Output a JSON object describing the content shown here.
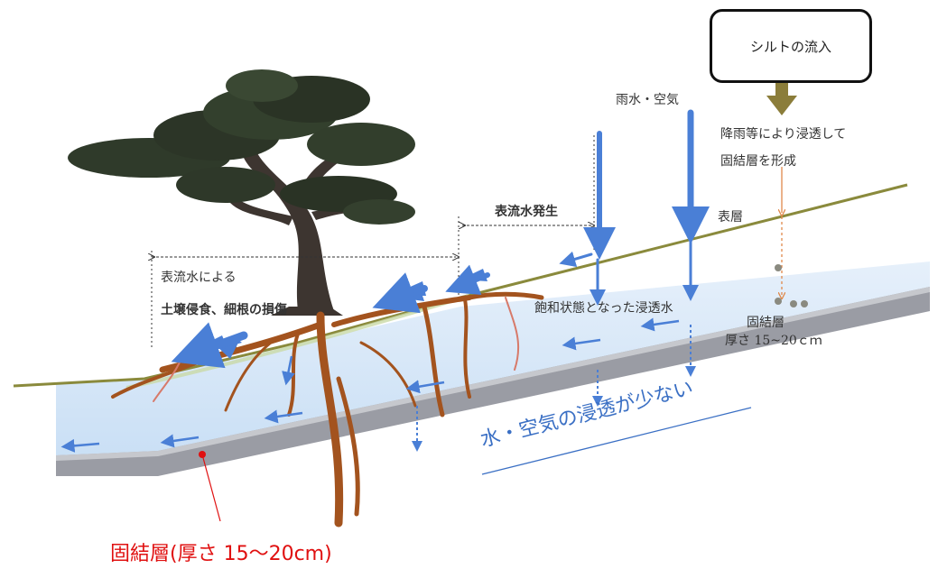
{
  "labels": {
    "silt_inflow": "シルトの流入",
    "rain_air": "雨水・空気",
    "infiltrate_line1": "降雨等により浸透して",
    "infiltrate_line2": "固結層を形成",
    "surface_layer": "表層",
    "runoff": "表流水発生",
    "runoff_erosion_line1": "表流水による",
    "runoff_erosion_line2": "土壌侵食、細根の損傷",
    "saturated": "飽和状態となった浸透水",
    "hardpan_line1": "固結層",
    "hardpan_line2": "厚さ 15~20ｃｍ",
    "low_infiltration": "水・空気の浸透が少ない",
    "hardpan_callout": "固結層(厚さ 15～20cm)"
  },
  "colors": {
    "water_arrow": "#4a7fd6",
    "root": "#a3531e",
    "ground_line": "#8a8a3c",
    "hardpan": "#9a9ca4",
    "water_body": "#cfe3f6",
    "silt_arrow": "#8b7d3a",
    "callout_red": "#e01010",
    "link_blue": "#3a6fc4"
  },
  "icons": [
    "pine-tree-icon",
    "down-arrow-icon",
    "left-arrow-icon",
    "dotted-arrow-icon"
  ]
}
